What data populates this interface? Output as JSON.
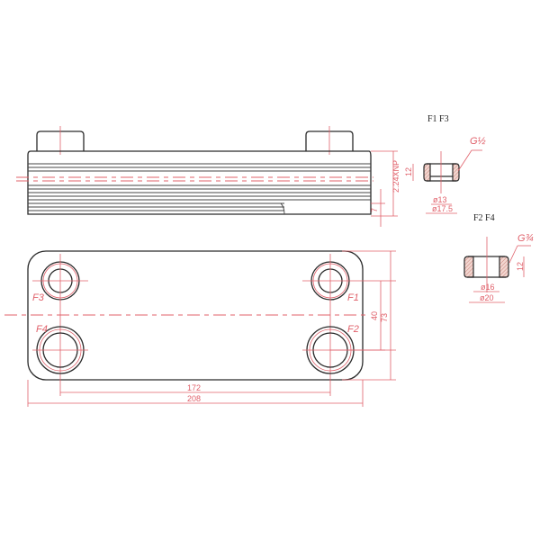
{
  "side_view": {
    "thickness_label": "2.24XNP",
    "offset_label": "7"
  },
  "front_view": {
    "ports": {
      "top_right": "F1",
      "bottom_right": "F2",
      "top_left": "F3",
      "bottom_left": "F4"
    },
    "dimensions": {
      "port_spacing_horizontal": "172",
      "overall_length": "208",
      "port_spacing_vertical": "40",
      "overall_width": "73"
    }
  },
  "fitting_small": {
    "title": "F1 F3",
    "thread": "G½",
    "height": "12",
    "inner_diameter": "ø13",
    "outer_diameter": "ø17.5"
  },
  "fitting_large": {
    "title": "F2 F4",
    "thread": "G¾",
    "height": "12",
    "inner_diameter": "ø16",
    "outer_diameter": "ø20"
  },
  "colors": {
    "outline": "#2a2a2a",
    "dimension": "#e0606a",
    "hatch": "#c9837a"
  }
}
